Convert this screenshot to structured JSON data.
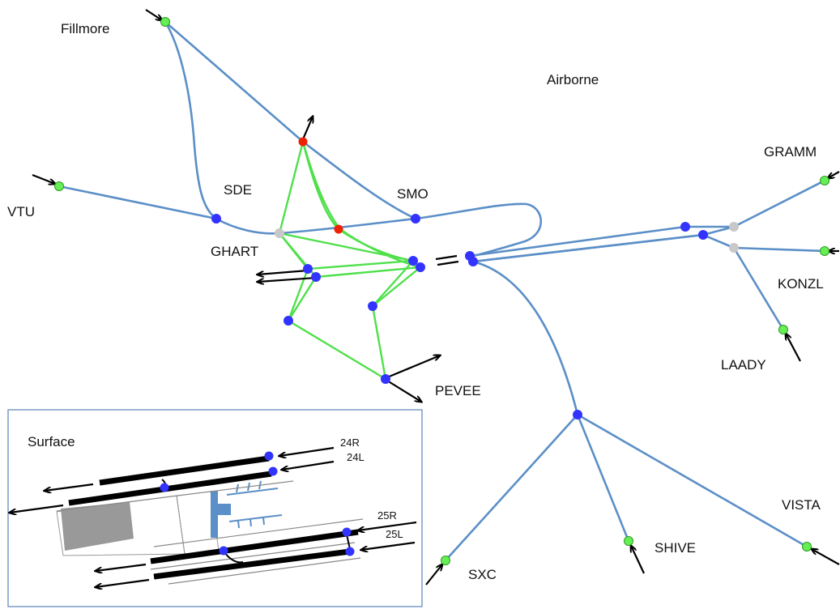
{
  "labels": {
    "airborne": "Airborne",
    "fillmore": "Fillmore",
    "vtu": "VTU",
    "sde": "SDE",
    "smo": "SMO",
    "ghart": "GHART",
    "pevee": "PEVEE",
    "gramm": "GRAMM",
    "konzl": "KONZL",
    "laady": "LAADY",
    "vista": "VISTA",
    "shive": "SHIVE",
    "sxc": "SXC"
  },
  "surface": {
    "title": "Surface",
    "runways": [
      "24R",
      "24L",
      "25R",
      "25L"
    ]
  },
  "colors": {
    "route": "#5b8fc7",
    "arrival_route": "#4fe04a",
    "node_blue": "#3333ff",
    "node_green": "#66ee55",
    "node_red": "#ee2200",
    "node_gray": "#c8c8c8"
  }
}
